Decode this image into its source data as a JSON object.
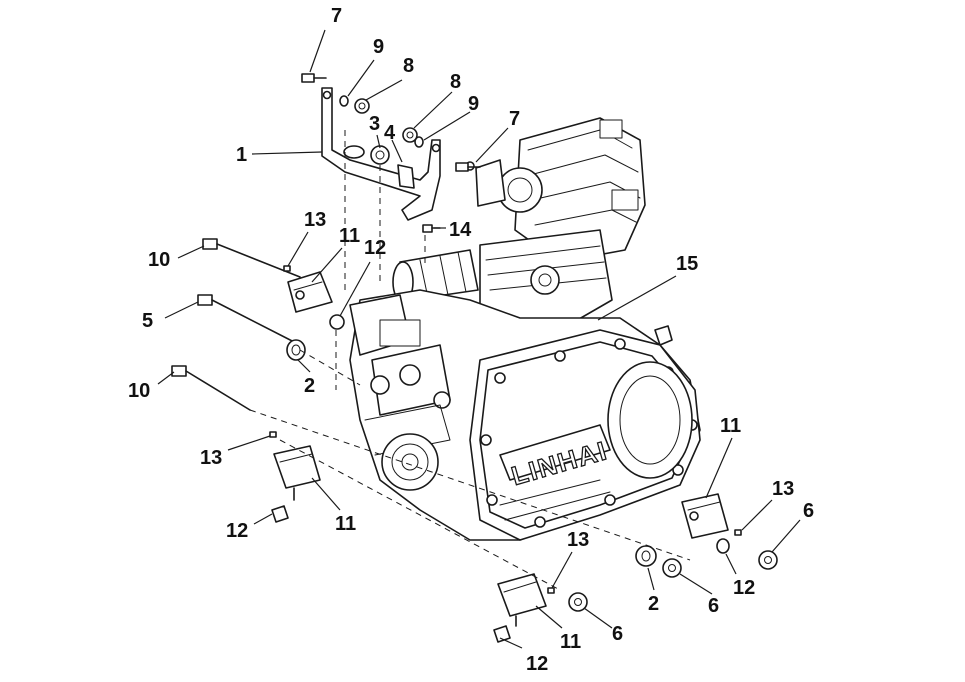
{
  "diagram": {
    "brand_text": "LINHAI",
    "callouts": [
      {
        "id": "c1",
        "label": "1"
      },
      {
        "id": "c2a",
        "label": "2"
      },
      {
        "id": "c2b",
        "label": "2"
      },
      {
        "id": "c3",
        "label": "3"
      },
      {
        "id": "c4",
        "label": "4"
      },
      {
        "id": "c5",
        "label": "5"
      },
      {
        "id": "c6a",
        "label": "6"
      },
      {
        "id": "c6b",
        "label": "6"
      },
      {
        "id": "c6c",
        "label": "6"
      },
      {
        "id": "c7a",
        "label": "7"
      },
      {
        "id": "c7b",
        "label": "7"
      },
      {
        "id": "c8a",
        "label": "8"
      },
      {
        "id": "c8b",
        "label": "8"
      },
      {
        "id": "c9a",
        "label": "9"
      },
      {
        "id": "c9b",
        "label": "9"
      },
      {
        "id": "c10a",
        "label": "10"
      },
      {
        "id": "c10b",
        "label": "10"
      },
      {
        "id": "c11a",
        "label": "11"
      },
      {
        "id": "c11b",
        "label": "11"
      },
      {
        "id": "c11c",
        "label": "11"
      },
      {
        "id": "c11d",
        "label": "11"
      },
      {
        "id": "c12a",
        "label": "12"
      },
      {
        "id": "c12b",
        "label": "12"
      },
      {
        "id": "c12c",
        "label": "12"
      },
      {
        "id": "c12d",
        "label": "12"
      },
      {
        "id": "c13a",
        "label": "13"
      },
      {
        "id": "c13b",
        "label": "13"
      },
      {
        "id": "c13c",
        "label": "13"
      },
      {
        "id": "c13d",
        "label": "13"
      },
      {
        "id": "c14",
        "label": "14"
      },
      {
        "id": "c15",
        "label": "15"
      }
    ]
  }
}
